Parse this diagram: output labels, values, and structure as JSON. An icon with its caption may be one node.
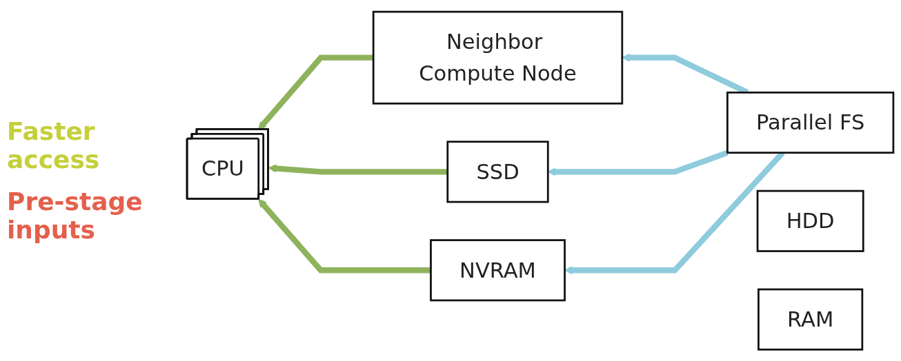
{
  "diagram": {
    "nodes": [
      {
        "text": [
          "Neighbor Compute Node"
        ]
      },
      {
        "text": [
          "Parallel FS"
        ]
      },
      {
        "text": [
          "HDD"
        ]
      },
      {
        "text": [
          "CPU"
        ]
      },
      {
        "text": [
          "SSD"
        ]
      },
      {
        "text": [
          "RAM"
        ]
      },
      {
        "text": [
          "NVRAM"
        ]
      }
    ],
    "edges": [
      {
        "from": 0,
        "to": 3,
        "arrow": "to",
        "color": "#8fb35c"
      },
      {
        "from": 4,
        "to": 3,
        "arrow": "to",
        "color": "#8fb35c"
      },
      {
        "from": 6,
        "to": 3,
        "arrow": "to",
        "color": "#8fb35c"
      },
      {
        "from": 1,
        "to": 0,
        "arrow": "to",
        "color": "#8ecbdc"
      },
      {
        "from": 1,
        "to": 4,
        "arrow": "to",
        "color": "#8ecbdc"
      },
      {
        "from": 1,
        "to": 6,
        "arrow": "to",
        "color": "#8ecbdc"
      }
    ],
    "labels": [
      "Faster access",
      "Pre-stage inputs"
    ]
  }
}
